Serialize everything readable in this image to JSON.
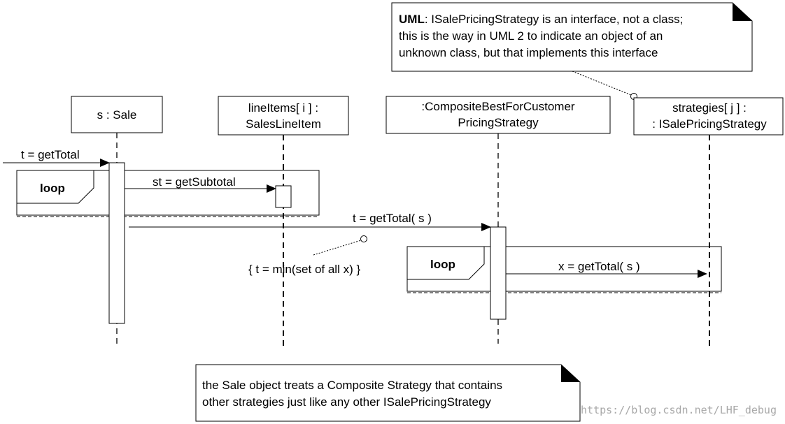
{
  "lifelines": [
    {
      "line1": "s : Sale",
      "line2": ""
    },
    {
      "line1": "lineItems[ i ] :",
      "line2": "SalesLineItem"
    },
    {
      "line1": ":CompositeBestForCustomer",
      "line2": "PricingStrategy"
    },
    {
      "line1": "strategies[ j ] :",
      "line2": ": ISalePricingStrategy"
    }
  ],
  "messages": {
    "get_total": "t = getTotal",
    "get_subtotal": "st = getSubtotal",
    "get_total_s": "t = getTotal( s )",
    "x_get_total_s": "x = getTotal( s )"
  },
  "fragments": {
    "loop1": "loop",
    "loop2": "loop"
  },
  "constraint": "{ t = min(set of all x) }",
  "notes": {
    "uml": {
      "bold": "UML",
      "line1_rest": ": ISalePricingStrategy is an interface, not a class;",
      "line2": "this is the way in UML 2 to indicate an object of an",
      "line3": "unknown class, but that implements this interface"
    },
    "bottom": {
      "line1": "the Sale object treats a Composite Strategy that contains",
      "line2": "other strategies just like any other ISalePricingStrategy"
    }
  },
  "watermark": "https://blog.csdn.net/LHF_debug"
}
